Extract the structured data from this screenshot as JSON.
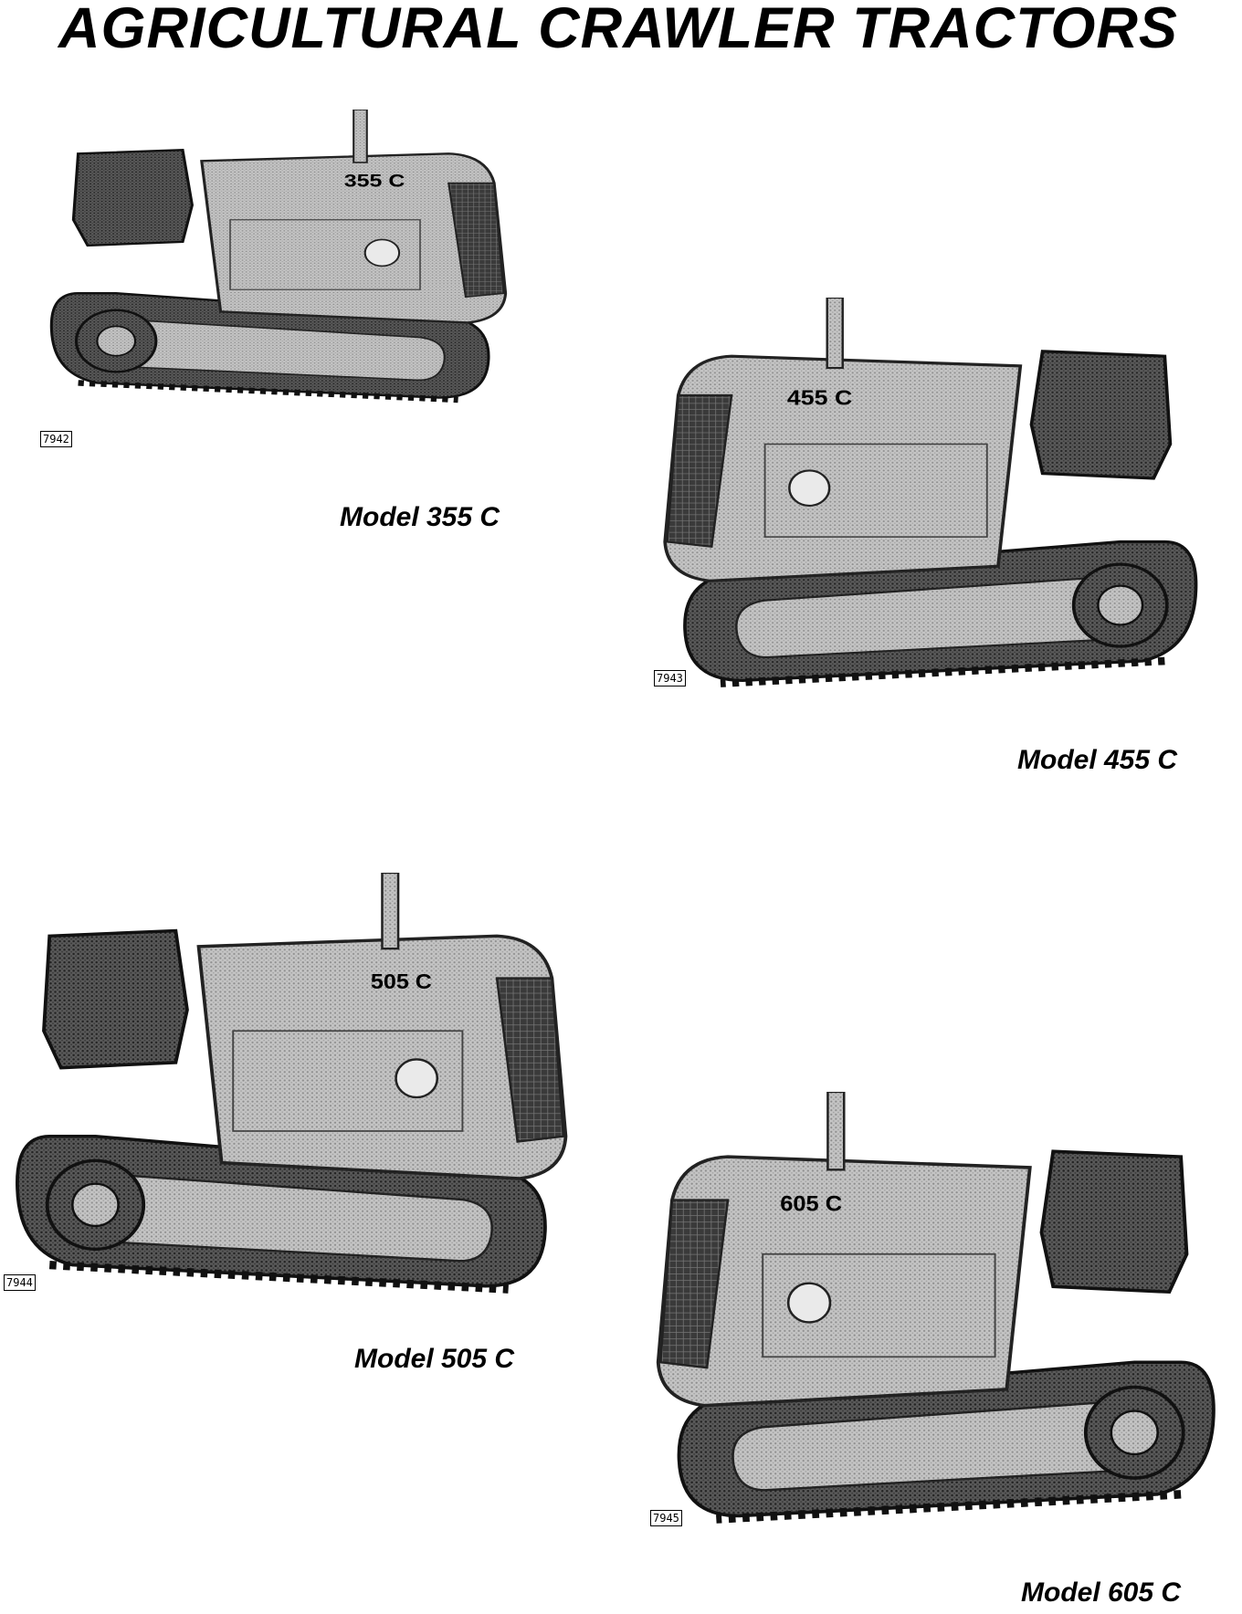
{
  "page": {
    "title": "AGRICULTURAL CRAWLER TRACTORS"
  },
  "tractors": [
    {
      "model_caption": "Model 355 C",
      "badge": "355 C",
      "figure_ref": "7942"
    },
    {
      "model_caption": "Model 455 C",
      "badge": "455 C",
      "figure_ref": "7943"
    },
    {
      "model_caption": "Model 505 C",
      "badge": "505 C",
      "figure_ref": "7944"
    },
    {
      "model_caption": "Model 605 C",
      "badge": "605 C",
      "figure_ref": "7945"
    }
  ],
  "colors": {
    "ink": "#000000",
    "body_light": "#b9b9b9",
    "body_mid": "#8a8a8a",
    "track_dark": "#2b2b2b"
  }
}
